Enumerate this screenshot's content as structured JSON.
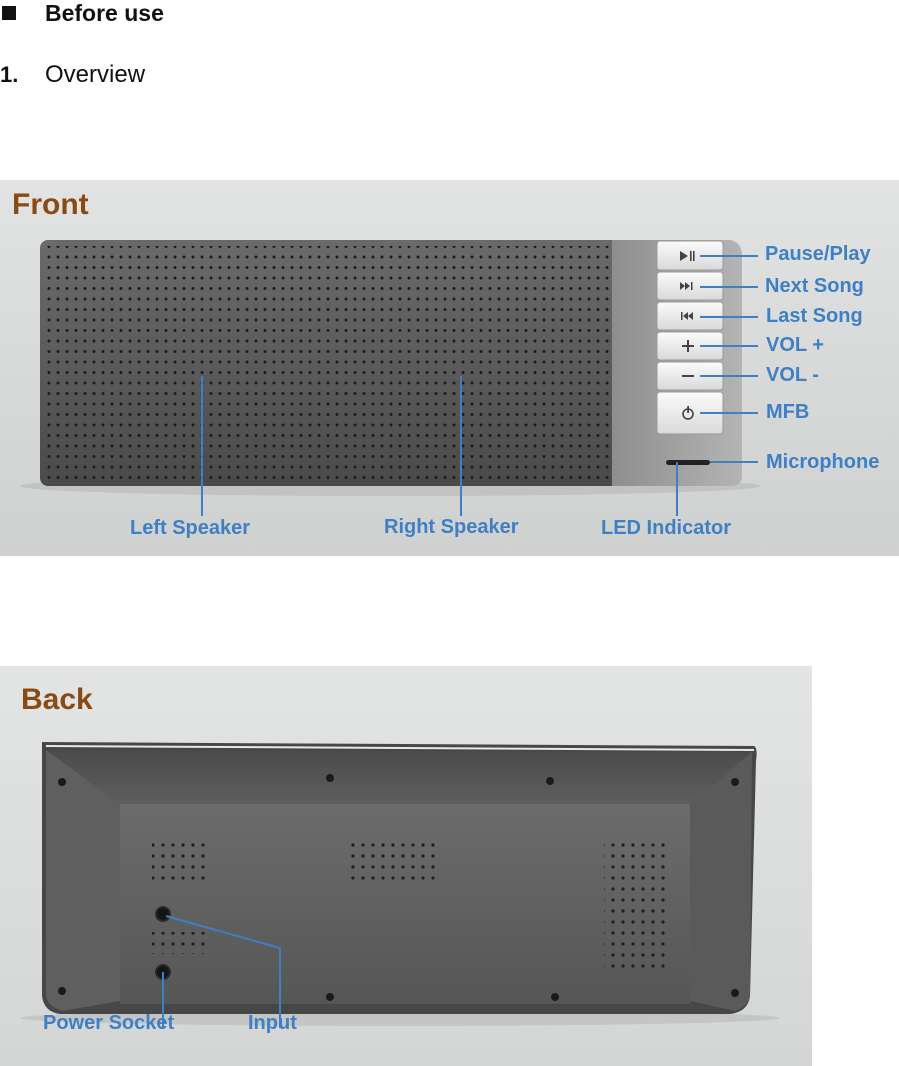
{
  "section": {
    "heading": "Before use",
    "sub_number": "1.",
    "sub_title": "Overview"
  },
  "front": {
    "title": "Front",
    "labels": {
      "pause_play": "Pause/Play",
      "next_song": "Next Song",
      "last_song": "Last Song",
      "vol_up": "VOL +",
      "vol_down": "VOL -",
      "mfb": "MFB",
      "microphone": "Microphone",
      "left_speaker": "Left Speaker",
      "right_speaker": "Right Speaker",
      "led_indicator": "LED Indicator"
    }
  },
  "back": {
    "title": "Back",
    "labels": {
      "power_socket": "Power Socket",
      "input": "Input"
    }
  },
  "colors": {
    "label_blue": "#3f7fc4",
    "title_brown": "#8a4a16"
  }
}
